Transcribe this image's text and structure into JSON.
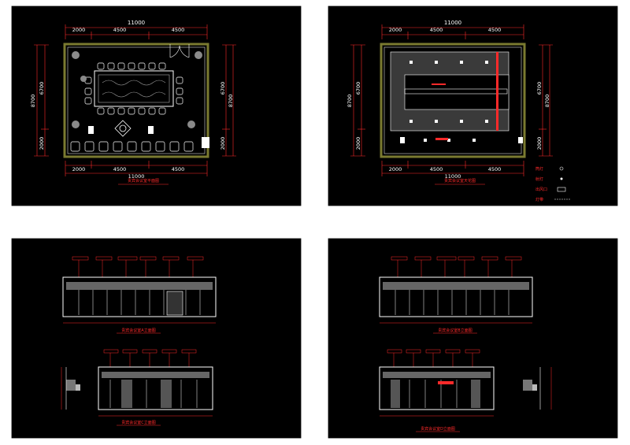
{
  "colors": {
    "frame": "#ffffff",
    "background": "#000000",
    "dimension": "#ff2a2a",
    "wall": "#7a7a30",
    "linework": "#ffffff",
    "hatch": "#9a9a9a",
    "accent_yellow": "#f0f000"
  },
  "plan_floor": {
    "overall_width": "11000",
    "top_segments": [
      "2000",
      "4500",
      "4500"
    ],
    "bottom_segments": [
      "2000",
      "4500",
      "4500"
    ],
    "bottom_total": "11000",
    "left_overall": "8700",
    "left_segments": [
      "6700",
      "2000"
    ],
    "right_overall": "8700",
    "right_segments": [
      "6700",
      "2000"
    ],
    "caption": "贵宾会议室平面图"
  },
  "plan_ceiling": {
    "overall_width": "11000",
    "top_segments": [
      "2000",
      "4500",
      "4500"
    ],
    "bottom_segments": [
      "2000",
      "4500",
      "4500"
    ],
    "bottom_total": "11000",
    "left_overall": "8700",
    "left_segments": [
      "6700",
      "2000"
    ],
    "right_overall": "8700",
    "right_segments": [
      "6700",
      "2000"
    ],
    "caption": "贵宾会议室天花图",
    "legend": [
      {
        "label": "筒灯",
        "icon": "downlight-symbol"
      },
      {
        "label": "射灯",
        "icon": "spotlight-symbol"
      },
      {
        "label": "出风口",
        "icon": "air-vent-symbol"
      },
      {
        "label": "灯带",
        "icon": "light-strip-symbol"
      }
    ]
  },
  "elevations": {
    "a_caption": "贵宾会议室A立面图",
    "b_caption": "贵宾会议室B立面图",
    "c_caption": "贵宾会议室C立面图",
    "d_caption": "贵宾会议室D立面图"
  }
}
